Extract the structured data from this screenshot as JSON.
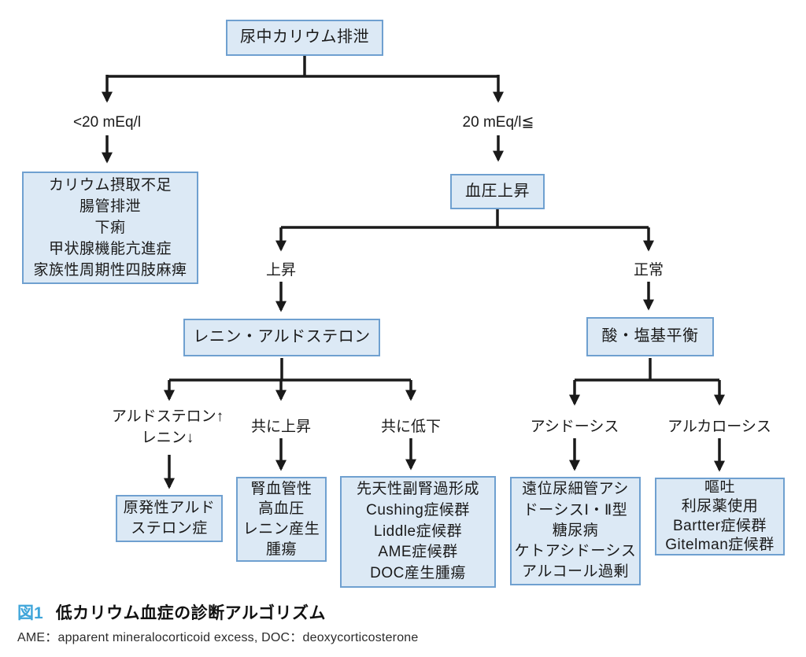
{
  "diagram": {
    "title_prefix": "図1",
    "title": "低カリウム血症の診断アルゴリズム",
    "footnote": "AME：apparent mineralocorticoid excess,  DOC：deoxycorticosterone",
    "colors": {
      "box_fill": "#dce9f5",
      "box_border": "#6fa0d0",
      "line": "#1a1a1a",
      "caption_accent": "#3fa5da"
    },
    "nodes": {
      "root": {
        "lines": [
          "尿中カリウム排泄"
        ]
      },
      "low_k": {
        "lines": [
          "カリウム摂取不足",
          "腸管排泄",
          "下痢",
          "甲状腺機能亢進症",
          "家族性周期性四肢麻痺"
        ]
      },
      "bp": {
        "lines": [
          "血圧上昇"
        ]
      },
      "renin_aldo": {
        "lines": [
          "レニン・アルドステロン"
        ]
      },
      "acid_base": {
        "lines": [
          "酸・塩基平衡"
        ]
      },
      "primary_aldo": {
        "lines": [
          "原発性アルド",
          "ステロン症"
        ]
      },
      "renovascular": {
        "lines": [
          "腎血管性",
          "高血圧",
          "レニン産生",
          "腫瘍"
        ]
      },
      "congenital": {
        "lines": [
          "先天性副腎過形成",
          "Cushing症候群",
          "Liddle症候群",
          "AME症候群",
          "DOC産生腫瘍"
        ]
      },
      "rta": {
        "lines": [
          "遠位尿細管アシ",
          "ドーシスⅠ・Ⅱ型",
          "糖尿病",
          "ケトアシドーシス",
          "アルコール過剰"
        ]
      },
      "vomiting": {
        "lines": [
          "嘔吐",
          "利尿薬使用",
          "Bartter症候群",
          "Gitelman症候群"
        ]
      }
    },
    "labels": {
      "lt20": "<20 mEq/l",
      "ge20": "20 mEq/l≦",
      "up": "上昇",
      "normal": "正常",
      "aldo_up": "アルドステロン↑",
      "renin_down": "レニン↓",
      "both_up": "共に上昇",
      "both_down": "共に低下",
      "acidosis": "アシドーシス",
      "alkalosis": "アルカローシス"
    }
  }
}
